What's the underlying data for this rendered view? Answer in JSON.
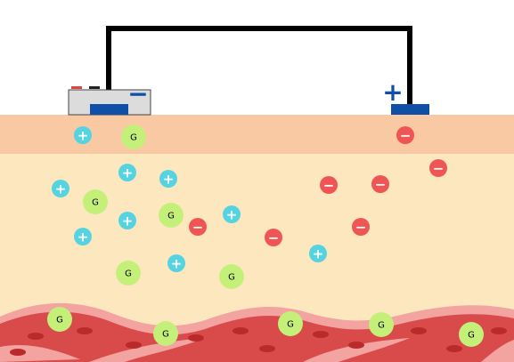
{
  "device": {
    "cathode_symbol": "−",
    "anode_symbol": "+",
    "indicator_colors": [
      "#e0443a",
      "#222222"
    ]
  },
  "colors": {
    "wire": "#000000",
    "electrode": "#0f4fa8",
    "device_body": "#dcdcdc",
    "epidermis": "#f9c9a4",
    "dermis": "#fde7bf",
    "cation": "#55d3e0",
    "anion": "#f05555",
    "glucose": "#c4f07a",
    "vessel_wall": "#f3a3a0",
    "blood": "#d94b4b",
    "red_cell": "#b92b2b"
  },
  "legend": {
    "cation_symbol": "+",
    "anion_symbol": "−",
    "glucose_symbol": "G"
  },
  "particles": {
    "cations": [
      [
        93,
        152
      ],
      [
        143,
        194
      ],
      [
        189,
        201
      ],
      [
        68,
        212
      ],
      [
        143,
        248
      ],
      [
        260,
        241
      ],
      [
        93,
        266
      ],
      [
        198,
        296
      ],
      [
        357,
        285
      ]
    ],
    "anions": [
      [
        455,
        152
      ],
      [
        492,
        189
      ],
      [
        369,
        208
      ],
      [
        427,
        207
      ],
      [
        222,
        255
      ],
      [
        307,
        267
      ],
      [
        405,
        255
      ]
    ],
    "glucose": [
      [
        150,
        154
      ],
      [
        107,
        227
      ],
      [
        192,
        242
      ],
      [
        144,
        307
      ],
      [
        260,
        311
      ],
      [
        67,
        359
      ],
      [
        186,
        375
      ],
      [
        326,
        364
      ],
      [
        428,
        365
      ],
      [
        529,
        376
      ]
    ]
  }
}
